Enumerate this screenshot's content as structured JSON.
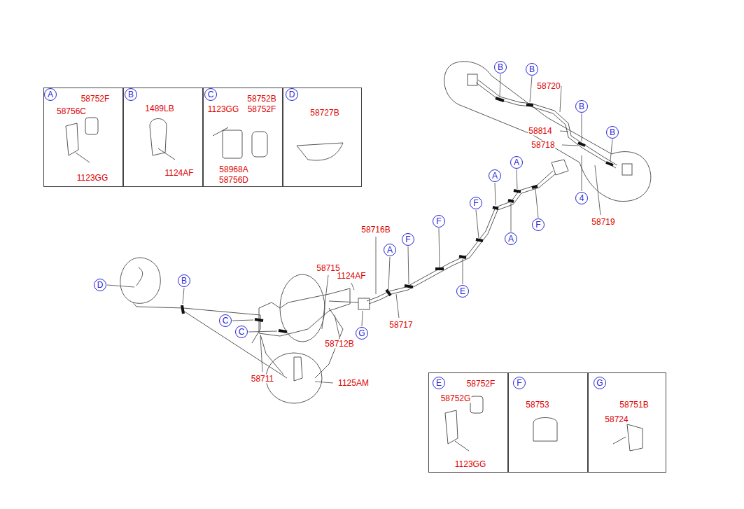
{
  "diagram": {
    "nodes": [
      {
        "text": [
          "58752F",
          "58756C",
          "1123GG"
        ]
      },
      {
        "text": [
          "A"
        ],
        "in": 0
      },
      {
        "text": [
          "1489LB",
          "1124AF"
        ]
      },
      {
        "text": [
          "B"
        ],
        "in": 2
      },
      {
        "text": [
          "58752B",
          "1123GG",
          "58752F",
          "58968A",
          "58756D"
        ]
      },
      {
        "text": [
          "C"
        ],
        "in": 4
      },
      {
        "text": [
          "58727B"
        ]
      },
      {
        "text": [
          "D"
        ],
        "in": 6
      },
      {
        "text": [
          "B"
        ]
      },
      {
        "text": [
          "B"
        ]
      },
      {
        "text": [
          "B"
        ]
      },
      {
        "text": [
          "B"
        ]
      },
      {
        "text": [
          "A"
        ]
      },
      {
        "text": [
          "A"
        ]
      },
      {
        "text": [
          "F"
        ]
      },
      {
        "text": [
          "4"
        ]
      },
      {
        "text": [
          "F"
        ]
      },
      {
        "text": [
          "F"
        ]
      },
      {
        "text": [
          "A"
        ]
      },
      {
        "text": [
          "F"
        ]
      },
      {
        "text": [
          "A"
        ]
      },
      {
        "text": [
          "D"
        ]
      },
      {
        "text": [
          "B"
        ]
      },
      {
        "text": [
          "E"
        ]
      },
      {
        "text": [
          "C"
        ]
      },
      {
        "text": [
          "C"
        ]
      },
      {
        "text": [
          "G"
        ]
      },
      {
        "text": [
          "58752F",
          "58752G",
          "1123GG"
        ]
      },
      {
        "text": [
          "E"
        ],
        "in": 27
      },
      {
        "text": [
          "58753"
        ]
      },
      {
        "text": [
          "F"
        ],
        "in": 29
      },
      {
        "text": [
          "58751B",
          "58724"
        ]
      },
      {
        "text": [
          "G"
        ],
        "in": 31
      }
    ],
    "edges": [],
    "labels": [
      "58720",
      "58814",
      "58718",
      "58719",
      "58716B",
      "58715",
      "1124AF",
      "58717",
      "58712B",
      "58711",
      "1125AM"
    ]
  }
}
